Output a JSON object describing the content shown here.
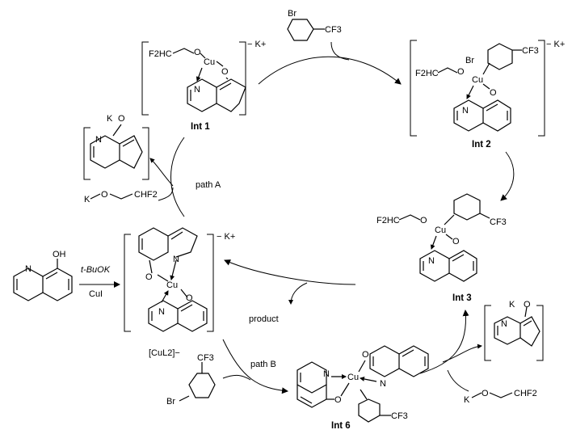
{
  "diagram": {
    "int1_label": "Int 1",
    "int2_label": "Int 2",
    "int3_label": "Int 3",
    "int6_label": "Int 6",
    "cul2_label": "[CuL2]−",
    "path_a_label": "path A",
    "path_b_label": "path B",
    "product_label": "product",
    "reagent_tbuok": "t-BuOK",
    "reagent_cui": "CuI",
    "charge_k": "− K+",
    "oh_label": "OH",
    "atom_n": "N",
    "atom_o": "O",
    "atom_k": "K",
    "atom_br": "Br",
    "atom_cu": "Cu",
    "group_cf3": "CF3",
    "group_f2hc": "F2HC",
    "group_chf2": "CHF2"
  }
}
